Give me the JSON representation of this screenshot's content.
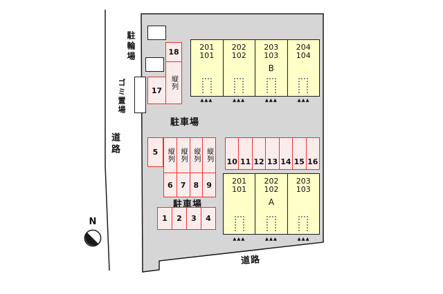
{
  "labels": {
    "bicycle_parking": "駐輪場",
    "garbage": "ゴミ置場",
    "road_left": "道路",
    "road_bottom": "道路",
    "parking_upper": "駐車場",
    "parking_lower": "駐車場",
    "tandem": "縦列",
    "north": "N",
    "entrance_marks": "▲▲▲"
  },
  "buildings": {
    "b": {
      "units": [
        {
          "upper": "201",
          "lower": "101",
          "letter": ""
        },
        {
          "upper": "202",
          "lower": "102",
          "letter": ""
        },
        {
          "upper": "203",
          "lower": "103",
          "letter": "B"
        },
        {
          "upper": "204",
          "lower": "104",
          "letter": ""
        }
      ]
    },
    "a": {
      "units": [
        {
          "upper": "201",
          "lower": "101",
          "letter": ""
        },
        {
          "upper": "202",
          "lower": "102",
          "letter": "A"
        },
        {
          "upper": "203",
          "lower": "103",
          "letter": ""
        }
      ]
    }
  },
  "parking": {
    "space_17": "17",
    "space_18": "18",
    "space_5": "5",
    "tandem_numbers": [
      "6",
      "7",
      "8",
      "9"
    ],
    "row_right": [
      "10",
      "11",
      "12",
      "13",
      "14",
      "15",
      "16"
    ],
    "row_bottom": [
      "1",
      "2",
      "3",
      "4"
    ]
  },
  "colors": {
    "plot_fill": "#d6d6d6",
    "building_fill": "#ffffc8",
    "parking_fill": "#fbecec",
    "parking_border": "#e6332a",
    "outline": "#1a1a1a"
  }
}
